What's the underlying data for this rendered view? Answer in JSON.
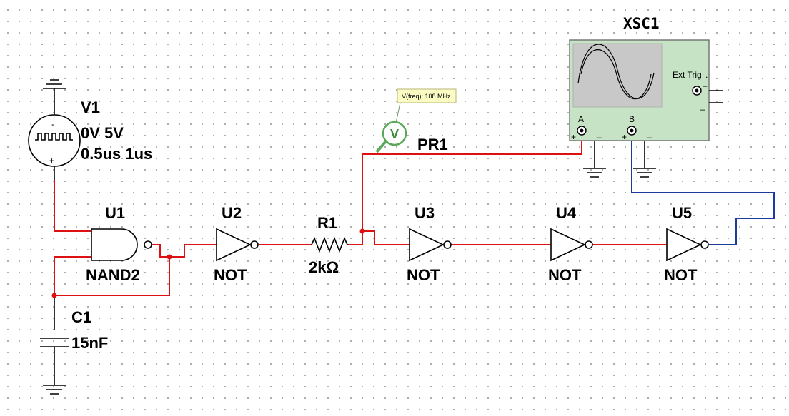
{
  "components": {
    "v1": {
      "ref": "V1",
      "value_line1": "0V 5V",
      "value_line2": "0.5us 1us"
    },
    "u1": {
      "ref": "U1",
      "type": "NAND2"
    },
    "u2": {
      "ref": "U2",
      "type": "NOT"
    },
    "r1": {
      "ref": "R1",
      "value": "2kΩ"
    },
    "u3": {
      "ref": "U3",
      "type": "NOT"
    },
    "u4": {
      "ref": "U4",
      "type": "NOT"
    },
    "u5": {
      "ref": "U5",
      "type": "NOT"
    },
    "c1": {
      "ref": "C1",
      "value": "15nF"
    },
    "pr1": {
      "ref": "PR1",
      "reading": "V(freq): 108 MHz",
      "glyph": "V"
    },
    "xsc1": {
      "ref": "XSC1",
      "channel_a": "A",
      "channel_b": "B",
      "ext_trig": "Ext Trig",
      "plus": "+",
      "minus": "_"
    }
  },
  "colors": {
    "wire_red": "#dd1111",
    "wire_blue": "#1c3c9c",
    "scope_body": "#c6e3c6",
    "scope_screen": "#c8c8c8",
    "probe_green": "#5aa85a",
    "probe_tag": "#fbfbc4"
  }
}
